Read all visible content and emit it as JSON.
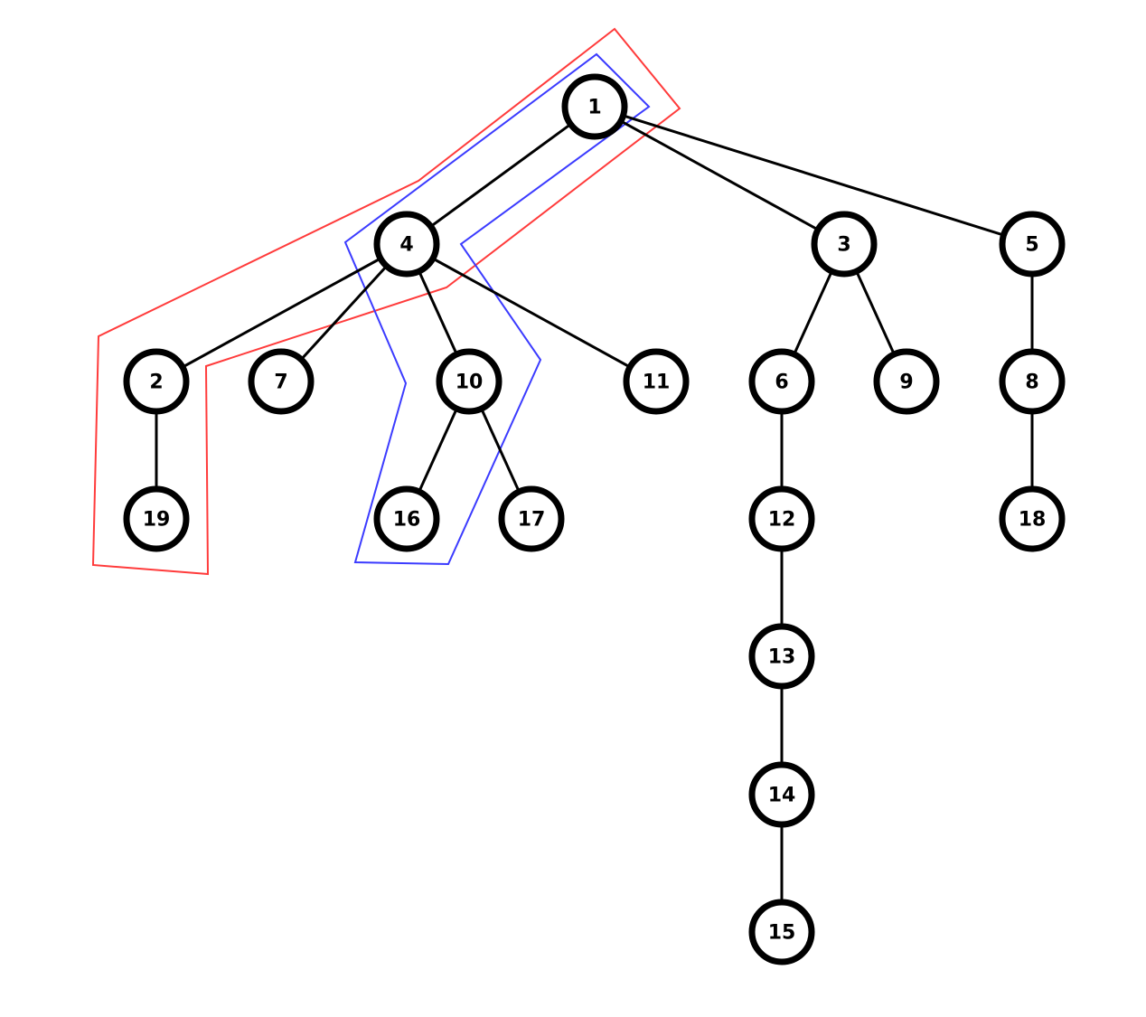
{
  "tree": {
    "nodes": [
      {
        "id": "1",
        "label": "1"
      },
      {
        "id": "4",
        "label": "4"
      },
      {
        "id": "3",
        "label": "3"
      },
      {
        "id": "5",
        "label": "5"
      },
      {
        "id": "2",
        "label": "2"
      },
      {
        "id": "7",
        "label": "7"
      },
      {
        "id": "10",
        "label": "10"
      },
      {
        "id": "11",
        "label": "11"
      },
      {
        "id": "6",
        "label": "6"
      },
      {
        "id": "9",
        "label": "9"
      },
      {
        "id": "8",
        "label": "8"
      },
      {
        "id": "19",
        "label": "19"
      },
      {
        "id": "16",
        "label": "16"
      },
      {
        "id": "17",
        "label": "17"
      },
      {
        "id": "12",
        "label": "12"
      },
      {
        "id": "18",
        "label": "18"
      },
      {
        "id": "13",
        "label": "13"
      },
      {
        "id": "14",
        "label": "14"
      },
      {
        "id": "15",
        "label": "15"
      }
    ],
    "edges": [
      {
        "from": "1",
        "to": "4"
      },
      {
        "from": "1",
        "to": "3"
      },
      {
        "from": "1",
        "to": "5"
      },
      {
        "from": "4",
        "to": "2"
      },
      {
        "from": "4",
        "to": "7"
      },
      {
        "from": "4",
        "to": "10"
      },
      {
        "from": "4",
        "to": "11"
      },
      {
        "from": "3",
        "to": "6"
      },
      {
        "from": "3",
        "to": "9"
      },
      {
        "from": "5",
        "to": "8"
      },
      {
        "from": "2",
        "to": "19"
      },
      {
        "from": "10",
        "to": "16"
      },
      {
        "from": "10",
        "to": "17"
      },
      {
        "from": "6",
        "to": "12"
      },
      {
        "from": "8",
        "to": "18"
      },
      {
        "from": "12",
        "to": "13"
      },
      {
        "from": "13",
        "to": "14"
      },
      {
        "from": "14",
        "to": "15"
      }
    ],
    "highlighted_paths": [
      {
        "color": "#ff3b3b",
        "nodes": [
          "19",
          "2",
          "4",
          "1"
        ]
      },
      {
        "color": "#3b3bff",
        "nodes": [
          "1",
          "4",
          "10",
          "16"
        ]
      }
    ]
  }
}
